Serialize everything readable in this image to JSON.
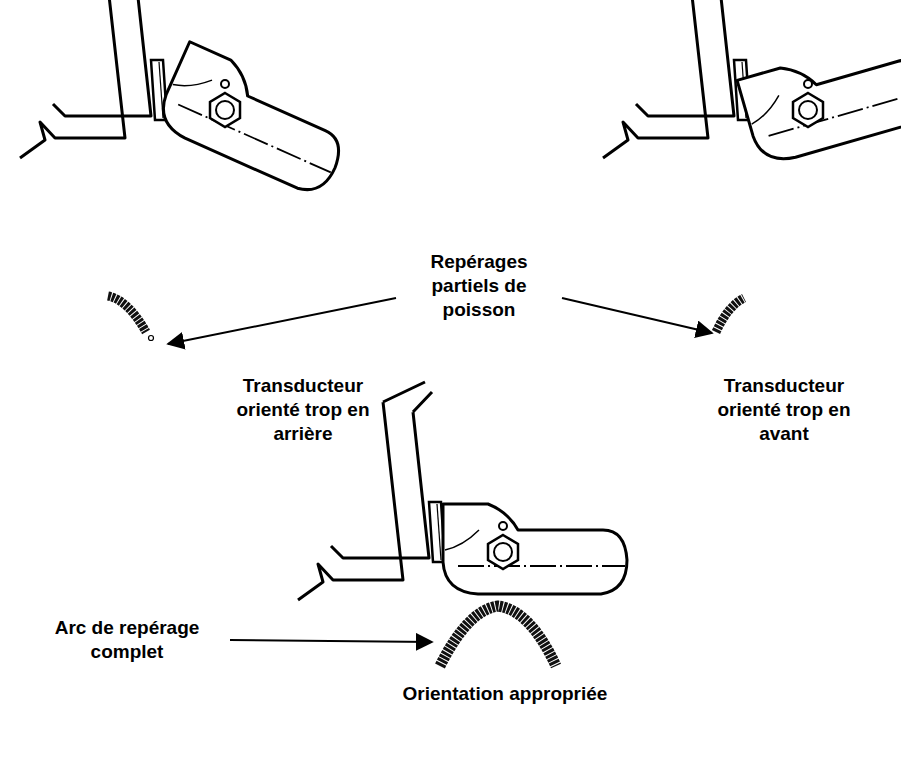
{
  "diagram": {
    "labels": [
      "Repérages partiels de poisson",
      "Transducteur orienté trop en arrière",
      "Transducteur orienté trop en avant",
      "Arc de repérage complet",
      "Orientation appropriée"
    ]
  }
}
